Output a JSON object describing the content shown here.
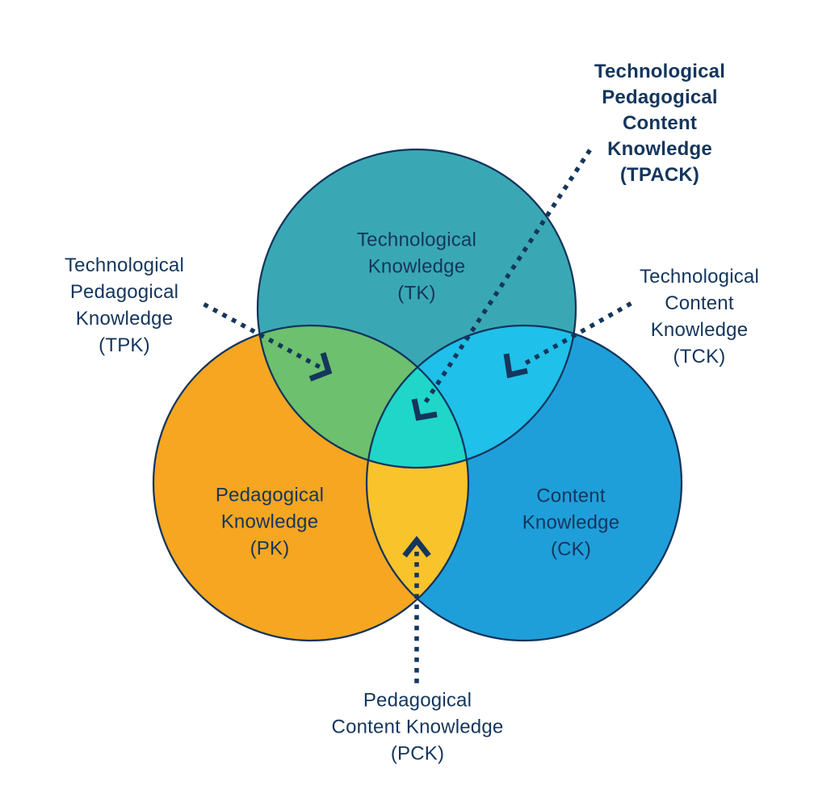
{
  "diagram_type": "venn",
  "labels": {
    "tk": "Technological\nKnowledge\n(TK)",
    "pk": "Pedagogical\nKnowledge\n(PK)",
    "ck": "Content\nKnowledge\n(CK)",
    "tpk": "Technological\nPedagogical\nKnowledge\n(TPK)",
    "tpack": "Technological\nPedagogical Content\nKnowledge\n(TPACK)",
    "tck": "Technological\nContent\nKnowledge\n(TCK)",
    "pck": "Pedagogical\nContent Knowledge\n(PCK)"
  },
  "regions": [
    {
      "id": "tk",
      "name": "Technological Knowledge (TK)",
      "kind": "circle"
    },
    {
      "id": "pk",
      "name": "Pedagogical Knowledge (PK)",
      "kind": "circle"
    },
    {
      "id": "ck",
      "name": "Content Knowledge (CK)",
      "kind": "circle"
    },
    {
      "id": "tpk",
      "name": "Technological Pedagogical Knowledge (TPK)",
      "kind": "overlap of TK and PK"
    },
    {
      "id": "tck",
      "name": "Technological Content Knowledge (TCK)",
      "kind": "overlap of TK and CK"
    },
    {
      "id": "pck",
      "name": "Pedagogical Content Knowledge (PCK)",
      "kind": "overlap of PK and CK"
    },
    {
      "id": "tpack",
      "name": "Technological Pedagogical Content Knowledge (TPACK)",
      "kind": "overlap of TK, PK and CK"
    }
  ],
  "colors": {
    "background": "#FFFFFF",
    "tk": "#3AA8B4",
    "pk": "#F6A620",
    "ck": "#1F9FDA",
    "tk_pk": "#6CC06E",
    "tk_ck": "#1FC0E9",
    "pk_ck": "#F8C32B",
    "center": "#1FD6C9",
    "outline": "#13345C",
    "text": "#14365C",
    "callout": "#14365C"
  }
}
